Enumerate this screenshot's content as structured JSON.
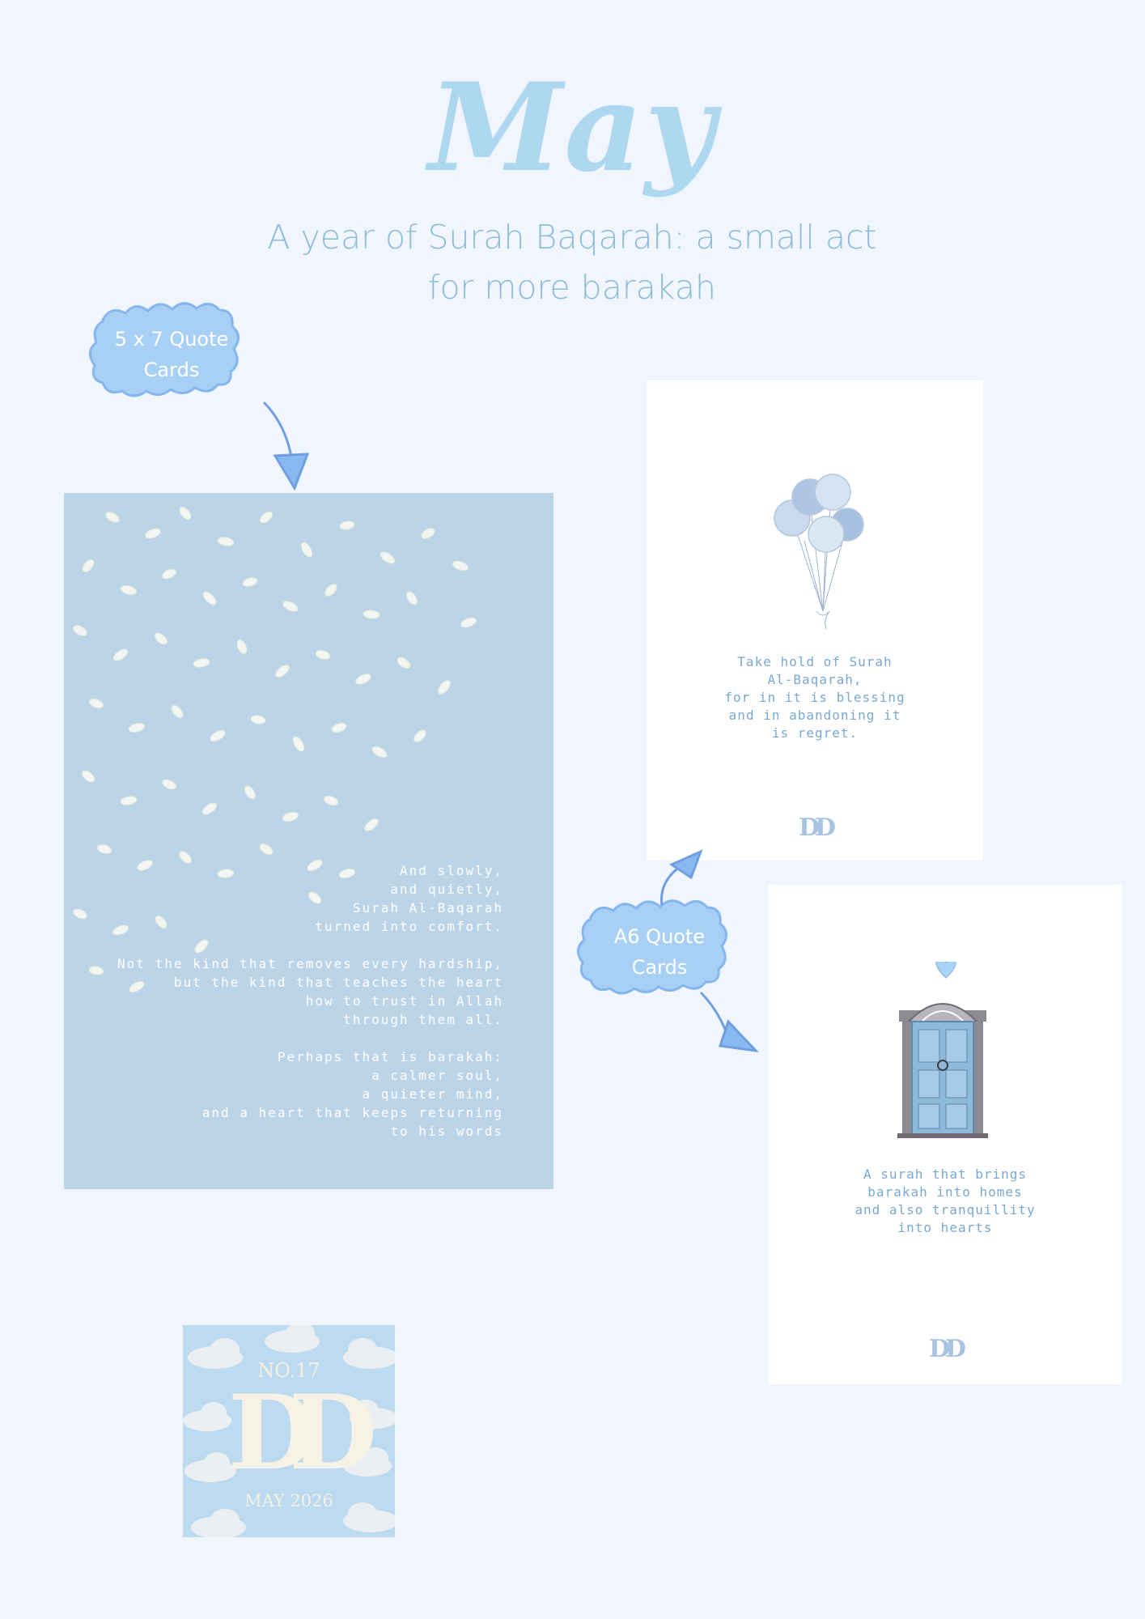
{
  "header": {
    "title": "May",
    "subtitle": "A year of Surah Baqarah: a small act for more barakah"
  },
  "callouts": {
    "quote_cards_5x7": "5 x 7 Quote\nCards",
    "quote_cards_a6": "A6 Quote\nCards"
  },
  "card_5x7": {
    "poem": "And slowly,\nand quietly,\nSurah Al-Baqarah\nturned into comfort.\n\nNot the kind that removes every hardship,\nbut the kind that teaches the heart\nhow to trust in Allah\nthrough them all.\n\nPerhaps that is barakah:\na calmer soul,\na quieter mind,\nand a heart that keeps returning\nto his words"
  },
  "card_a6_top": {
    "quote": "Take hold of Surah\nAl-Baqarah,\nfor in it is blessing\nand in abandoning it\nis regret.",
    "monogram": "DD"
  },
  "card_a6_bottom": {
    "quote": "A surah that brings\nbarakah into homes\nand also tranquillity\ninto hearts",
    "monogram": "DD"
  },
  "badge": {
    "number": "NO.17",
    "monogram": "DD",
    "date": "MAY 2026"
  },
  "colors": {
    "background": "#f1f6fe",
    "title": "#aed7f0",
    "subtitle": "#8dbcd9",
    "cloud_fill": "#a8d0f5",
    "cloud_outline": "#86b6ee",
    "card_5x7": "#bcd4e8",
    "quote_text": "#7ba8d0",
    "badge_bg": "#bcdaf0"
  },
  "icons": [
    "balloons-illustration",
    "door-illustration",
    "petals-illustration",
    "clouds-illustration",
    "arrow-icon"
  ]
}
